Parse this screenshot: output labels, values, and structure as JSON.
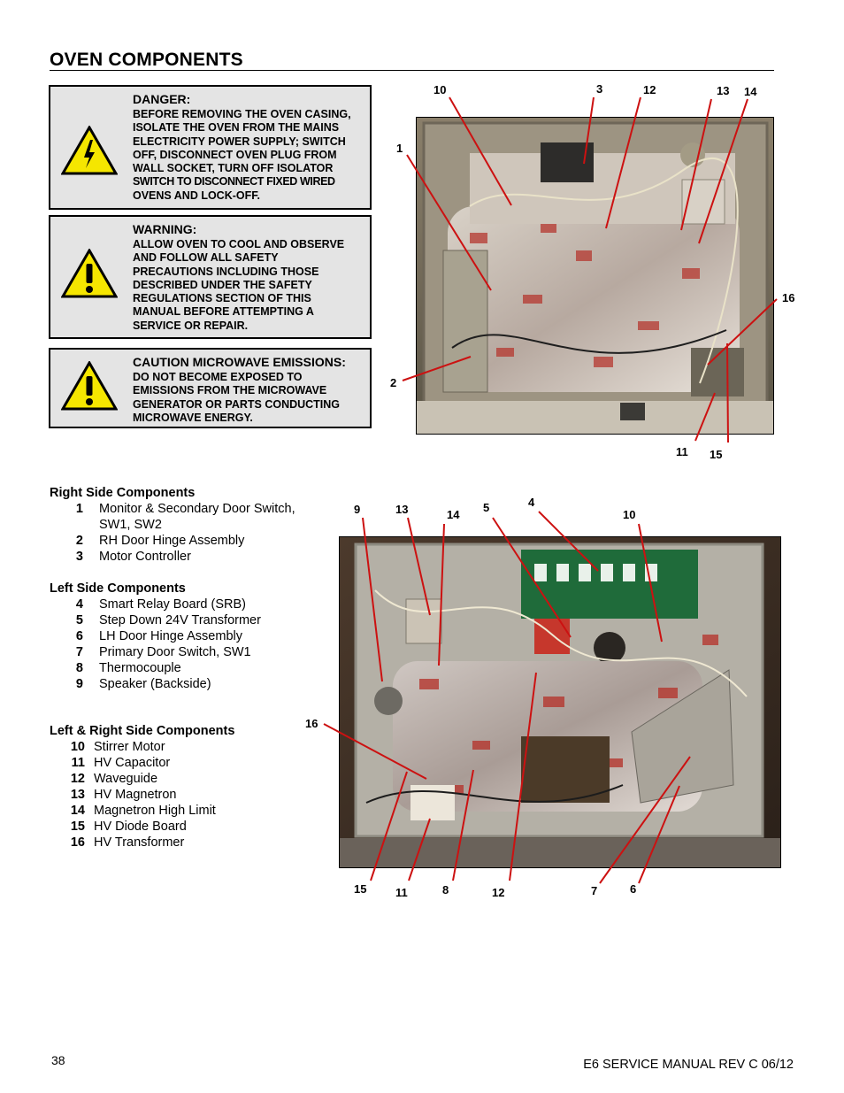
{
  "page": {
    "title": "OVEN COMPONENTS",
    "page_number": "38",
    "footer": "E6 SERVICE MANUAL REV C 06/12"
  },
  "warnings": [
    {
      "heading": "DANGER:",
      "lines": [
        "BEFORE REMOVING THE OVEN CASING,",
        "ISOLATE THE OVEN FROM THE MAINS",
        "ELECTRICITY POWER SUPPLY; SWITCH",
        "OFF, DISCONNECT OVEN PLUG FROM",
        "WALL SOCKET, TURN OFF ISOLATOR",
        "SWITCH TO DISCONNECT FIXED WIRED",
        "OVENS AND LOCK-OFF."
      ],
      "icon": "electric-hazard-icon"
    },
    {
      "heading": "WARNING:",
      "lines": [
        "ALLOW OVEN TO COOL AND OBSERVE",
        "AND FOLLOW ALL SAFETY",
        "PRECAUTIONS INCLUDING THOSE",
        "DESCRIBED UNDER THE SAFETY",
        "REGULATIONS SECTION OF THIS",
        "MANUAL BEFORE ATTEMPTING A",
        "SERVICE OR REPAIR."
      ],
      "icon": "exclamation-hazard-icon"
    },
    {
      "heading": "CAUTION MICROWAVE EMISSIONS:",
      "lines": [
        "DO NOT BECOME EXPOSED TO",
        "EMISSIONS FROM THE MICROWAVE",
        "GENERATOR OR PARTS CONDUCTING",
        "MICROWAVE ENERGY."
      ],
      "icon": "exclamation-hazard-icon"
    }
  ],
  "photo_top": {
    "callouts": {
      "c10": "10",
      "c3": "3",
      "c12": "12",
      "c13": "13",
      "c14": "14",
      "c1": "1",
      "c16": "16",
      "c2": "2",
      "c11": "11",
      "c15": "15"
    }
  },
  "photo_bottom": {
    "callouts": {
      "c9": "9",
      "c13": "13",
      "c14": "14",
      "c5": "5",
      "c4": "4",
      "c10": "10",
      "c16": "16",
      "c15": "15",
      "c11": "11",
      "c8": "8",
      "c12": "12",
      "c7": "7",
      "c6": "6"
    }
  },
  "sections": [
    {
      "heading": "Right Side Components",
      "items": [
        {
          "num": "1",
          "lines": [
            "Monitor & Secondary Door Switch,",
            "SW1, SW2"
          ]
        },
        {
          "num": "2",
          "lines": [
            "RH Door Hinge Assembly"
          ]
        },
        {
          "num": "3",
          "lines": [
            "Motor Controller"
          ]
        }
      ]
    },
    {
      "heading": "Left Side Components",
      "items": [
        {
          "num": "4",
          "lines": [
            "Smart Relay Board (SRB)"
          ]
        },
        {
          "num": "5",
          "lines": [
            "Step Down 24V Transformer"
          ]
        },
        {
          "num": "6",
          "lines": [
            "LH Door Hinge Assembly"
          ]
        },
        {
          "num": "7",
          "lines": [
            "Primary Door Switch, SW1"
          ]
        },
        {
          "num": "8",
          "lines": [
            "Thermocouple"
          ]
        },
        {
          "num": "9",
          "lines": [
            "Speaker (Backside)"
          ]
        }
      ]
    },
    {
      "heading": "Left & Right Side Components",
      "items": [
        {
          "num": "10",
          "lines": [
            "Stirrer Motor"
          ]
        },
        {
          "num": "11",
          "lines": [
            "HV Capacitor"
          ]
        },
        {
          "num": "12",
          "lines": [
            "Waveguide"
          ]
        },
        {
          "num": "13",
          "lines": [
            "HV Magnetron"
          ]
        },
        {
          "num": "14",
          "lines": [
            "Magnetron High Limit"
          ]
        },
        {
          "num": "15",
          "lines": [
            "HV Diode Board"
          ]
        },
        {
          "num": "16",
          "lines": [
            "HV Transformer"
          ]
        }
      ]
    }
  ],
  "colors": {
    "leader": "#cc1111",
    "box_fill": "#e4e4e4",
    "hazard_yellow": "#f5e600"
  }
}
